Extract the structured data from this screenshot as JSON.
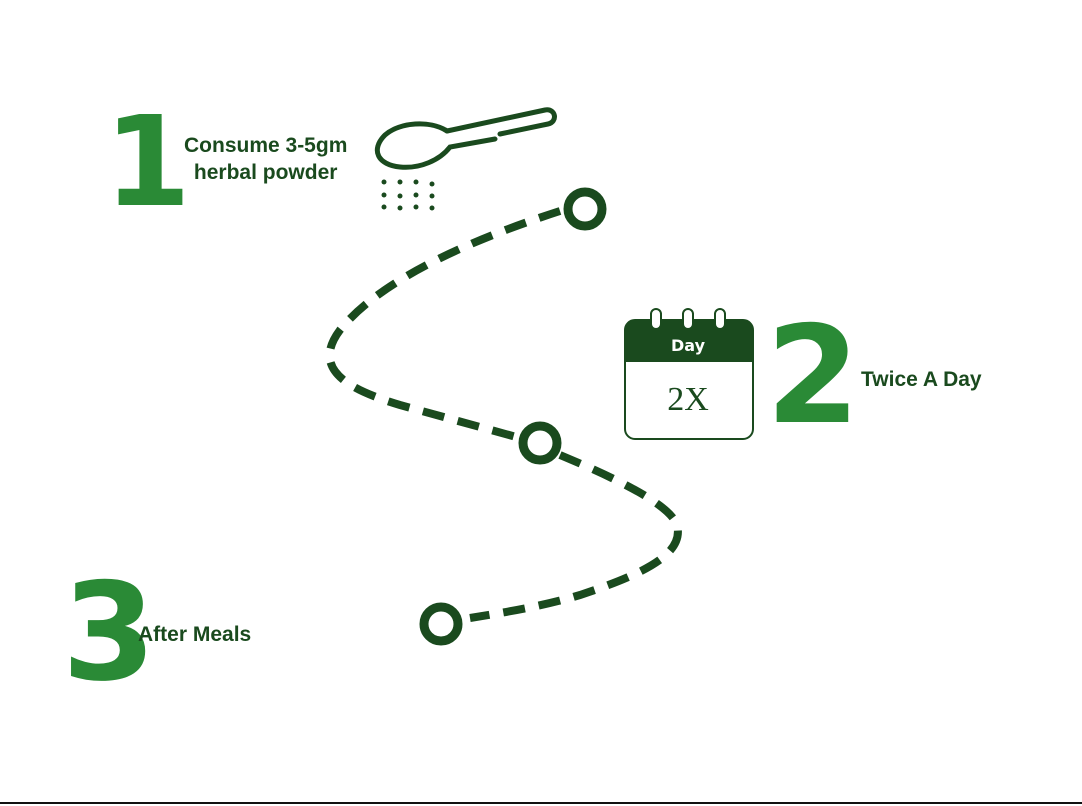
{
  "colors": {
    "dark_green": "#1a4a1e",
    "bright_green": "#2a8a36"
  },
  "steps": [
    {
      "number": "1",
      "text_line1": "Consume 3-5gm",
      "text_line2": "herbal powder",
      "icon": "spoon-powder-icon"
    },
    {
      "number": "2",
      "text": "Twice A Day",
      "icon": "calendar-icon",
      "calendar_header": "Day",
      "calendar_value": "2X"
    },
    {
      "number": "3",
      "text": "After Meals"
    }
  ]
}
